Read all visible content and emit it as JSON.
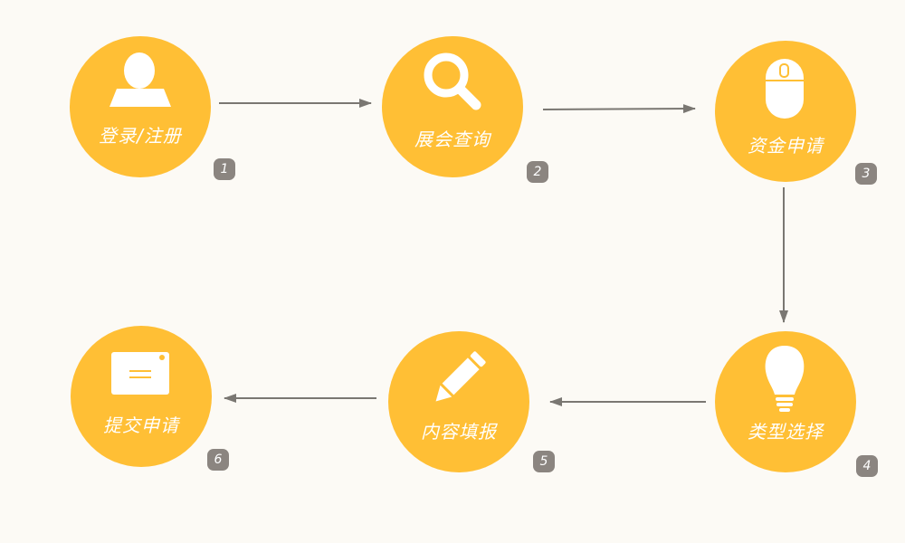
{
  "colors": {
    "background": "#fcfaf5",
    "circle": "#ffbf35",
    "arrow": "#7a7772",
    "badge": "#8b8580",
    "text": "#ffffff"
  },
  "steps": [
    {
      "label": "登录/注册",
      "number": "1",
      "icon": "user-icon"
    },
    {
      "label": "展会查询",
      "number": "2",
      "icon": "search-icon"
    },
    {
      "label": "资金申请",
      "number": "3",
      "icon": "mouse-icon"
    },
    {
      "label": "类型选择",
      "number": "4",
      "icon": "lightbulb-icon"
    },
    {
      "label": "内容填报",
      "number": "5",
      "icon": "pencil-icon"
    },
    {
      "label": "提交申请",
      "number": "6",
      "icon": "envelope-icon"
    }
  ]
}
